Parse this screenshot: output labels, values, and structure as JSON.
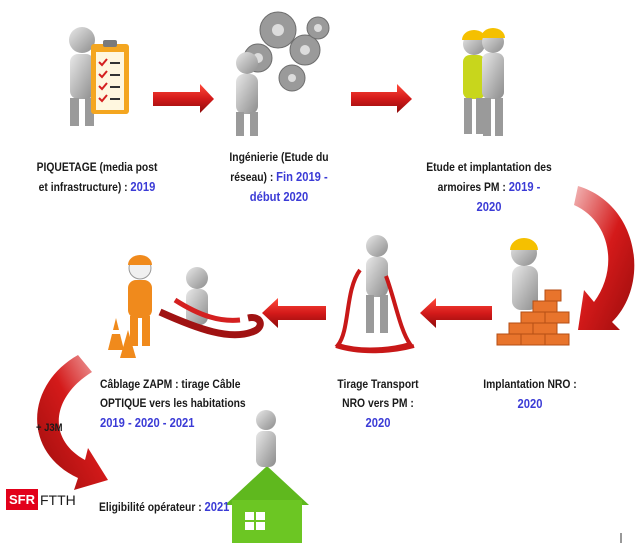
{
  "steps": [
    {
      "label": "PIQUETAGE (media post et infrastructure) : ",
      "year": "2019"
    },
    {
      "label": "Ingénierie  (Etude du réseau) : ",
      "year": "Fin 2019 - début 2020"
    },
    {
      "label": "Etude et implantation des armoires PM :  ",
      "year": "2019 - 2020"
    },
    {
      "label": "Implantation NRO : ",
      "year": "2020"
    },
    {
      "label": "Tirage Transport NRO vers PM : ",
      "year": "2020"
    },
    {
      "label": "Câblage ZAPM : tirage Câble OPTIQUE vers les habitations",
      "year": "2019 - 2020 - 2021"
    },
    {
      "label": "Eligibilité opérateur : ",
      "year": "2021"
    }
  ],
  "delay_label": "+ J3M",
  "brand": {
    "sfr": "SFR",
    "ftth": "FTTH"
  },
  "colors": {
    "arrow": "#c0141b",
    "year": "#3b3bd6"
  }
}
